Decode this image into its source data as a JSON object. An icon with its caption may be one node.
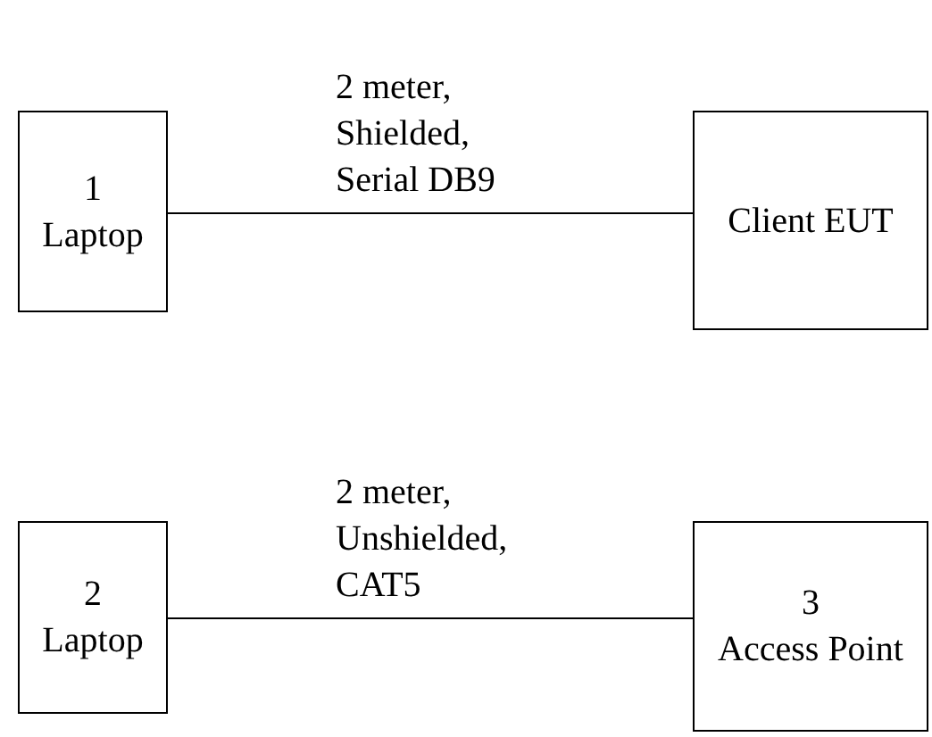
{
  "diagram": {
    "nodes": [
      {
        "text": [
          "1",
          "Laptop"
        ]
      },
      {
        "text": [
          "Client EUT"
        ]
      },
      {
        "text": [
          "2",
          "Laptop"
        ]
      },
      {
        "text": [
          "3",
          "Access Point"
        ]
      }
    ],
    "edges": [
      {
        "from": 0,
        "to": 1,
        "arrow": "none",
        "label": "2 meter, Shielded, Serial DB9"
      },
      {
        "from": 2,
        "to": 3,
        "arrow": "none",
        "label": "2 meter, Unshielded, CAT5"
      }
    ]
  }
}
